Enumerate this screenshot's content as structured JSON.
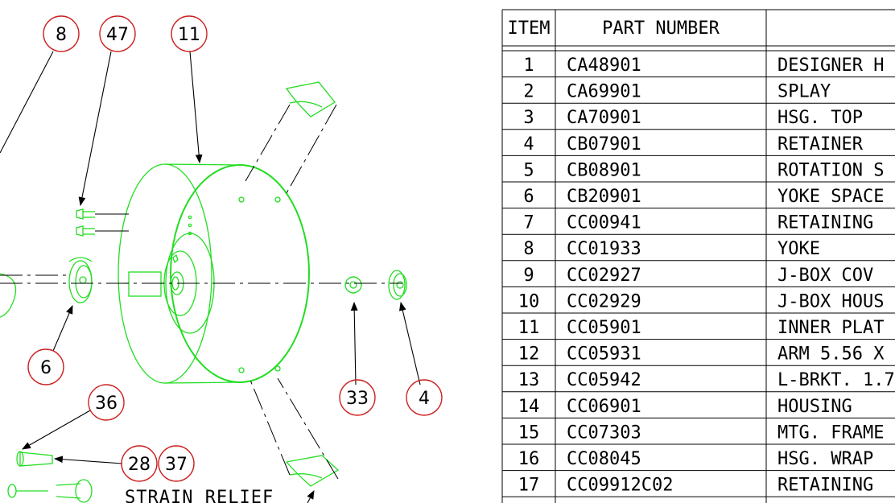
{
  "colors": {
    "part_line": "#22dd22",
    "balloon": "#cc2222",
    "ink": "#000000",
    "background": "#ffffff"
  },
  "balloons": [
    {
      "label": "8"
    },
    {
      "label": "47"
    },
    {
      "label": "11"
    },
    {
      "label": "6"
    },
    {
      "label": "36"
    },
    {
      "label": "28"
    },
    {
      "label": "37"
    },
    {
      "label": "33"
    },
    {
      "label": "4"
    }
  ],
  "callout_strain_relief": "STRAIN RELIEF",
  "parts_list": {
    "headers": {
      "item": "ITEM",
      "part_number": "PART NUMBER",
      "description": ""
    },
    "rows": [
      {
        "item": "1",
        "part_number": "CA48901",
        "description": "DESIGNER H"
      },
      {
        "item": "2",
        "part_number": "CA69901",
        "description": "SPLAY"
      },
      {
        "item": "3",
        "part_number": "CA70901",
        "description": "HSG. TOP"
      },
      {
        "item": "4",
        "part_number": "CB07901",
        "description": "RETAINER"
      },
      {
        "item": "5",
        "part_number": "CB08901",
        "description": "ROTATION S"
      },
      {
        "item": "6",
        "part_number": "CB20901",
        "description": "YOKE SPACE"
      },
      {
        "item": "7",
        "part_number": "CC00941",
        "description": "RETAINING"
      },
      {
        "item": "8",
        "part_number": "CC01933",
        "description": "YOKE"
      },
      {
        "item": "9",
        "part_number": "CC02927",
        "description": "J-BOX COV"
      },
      {
        "item": "10",
        "part_number": "CC02929",
        "description": "J-BOX HOUS"
      },
      {
        "item": "11",
        "part_number": "CC05901",
        "description": "INNER PLAT"
      },
      {
        "item": "12",
        "part_number": "CC05931",
        "description": "ARM 5.56 X"
      },
      {
        "item": "13",
        "part_number": "CC05942",
        "description": "L-BRKT. 1.7"
      },
      {
        "item": "14",
        "part_number": "CC06901",
        "description": "HOUSING"
      },
      {
        "item": "15",
        "part_number": "CC07303",
        "description": "MTG. FRAME"
      },
      {
        "item": "16",
        "part_number": "CC08045",
        "description": "HSG. WRAP"
      },
      {
        "item": "17",
        "part_number": "CC09912C02",
        "description": "RETAINING"
      }
    ]
  }
}
